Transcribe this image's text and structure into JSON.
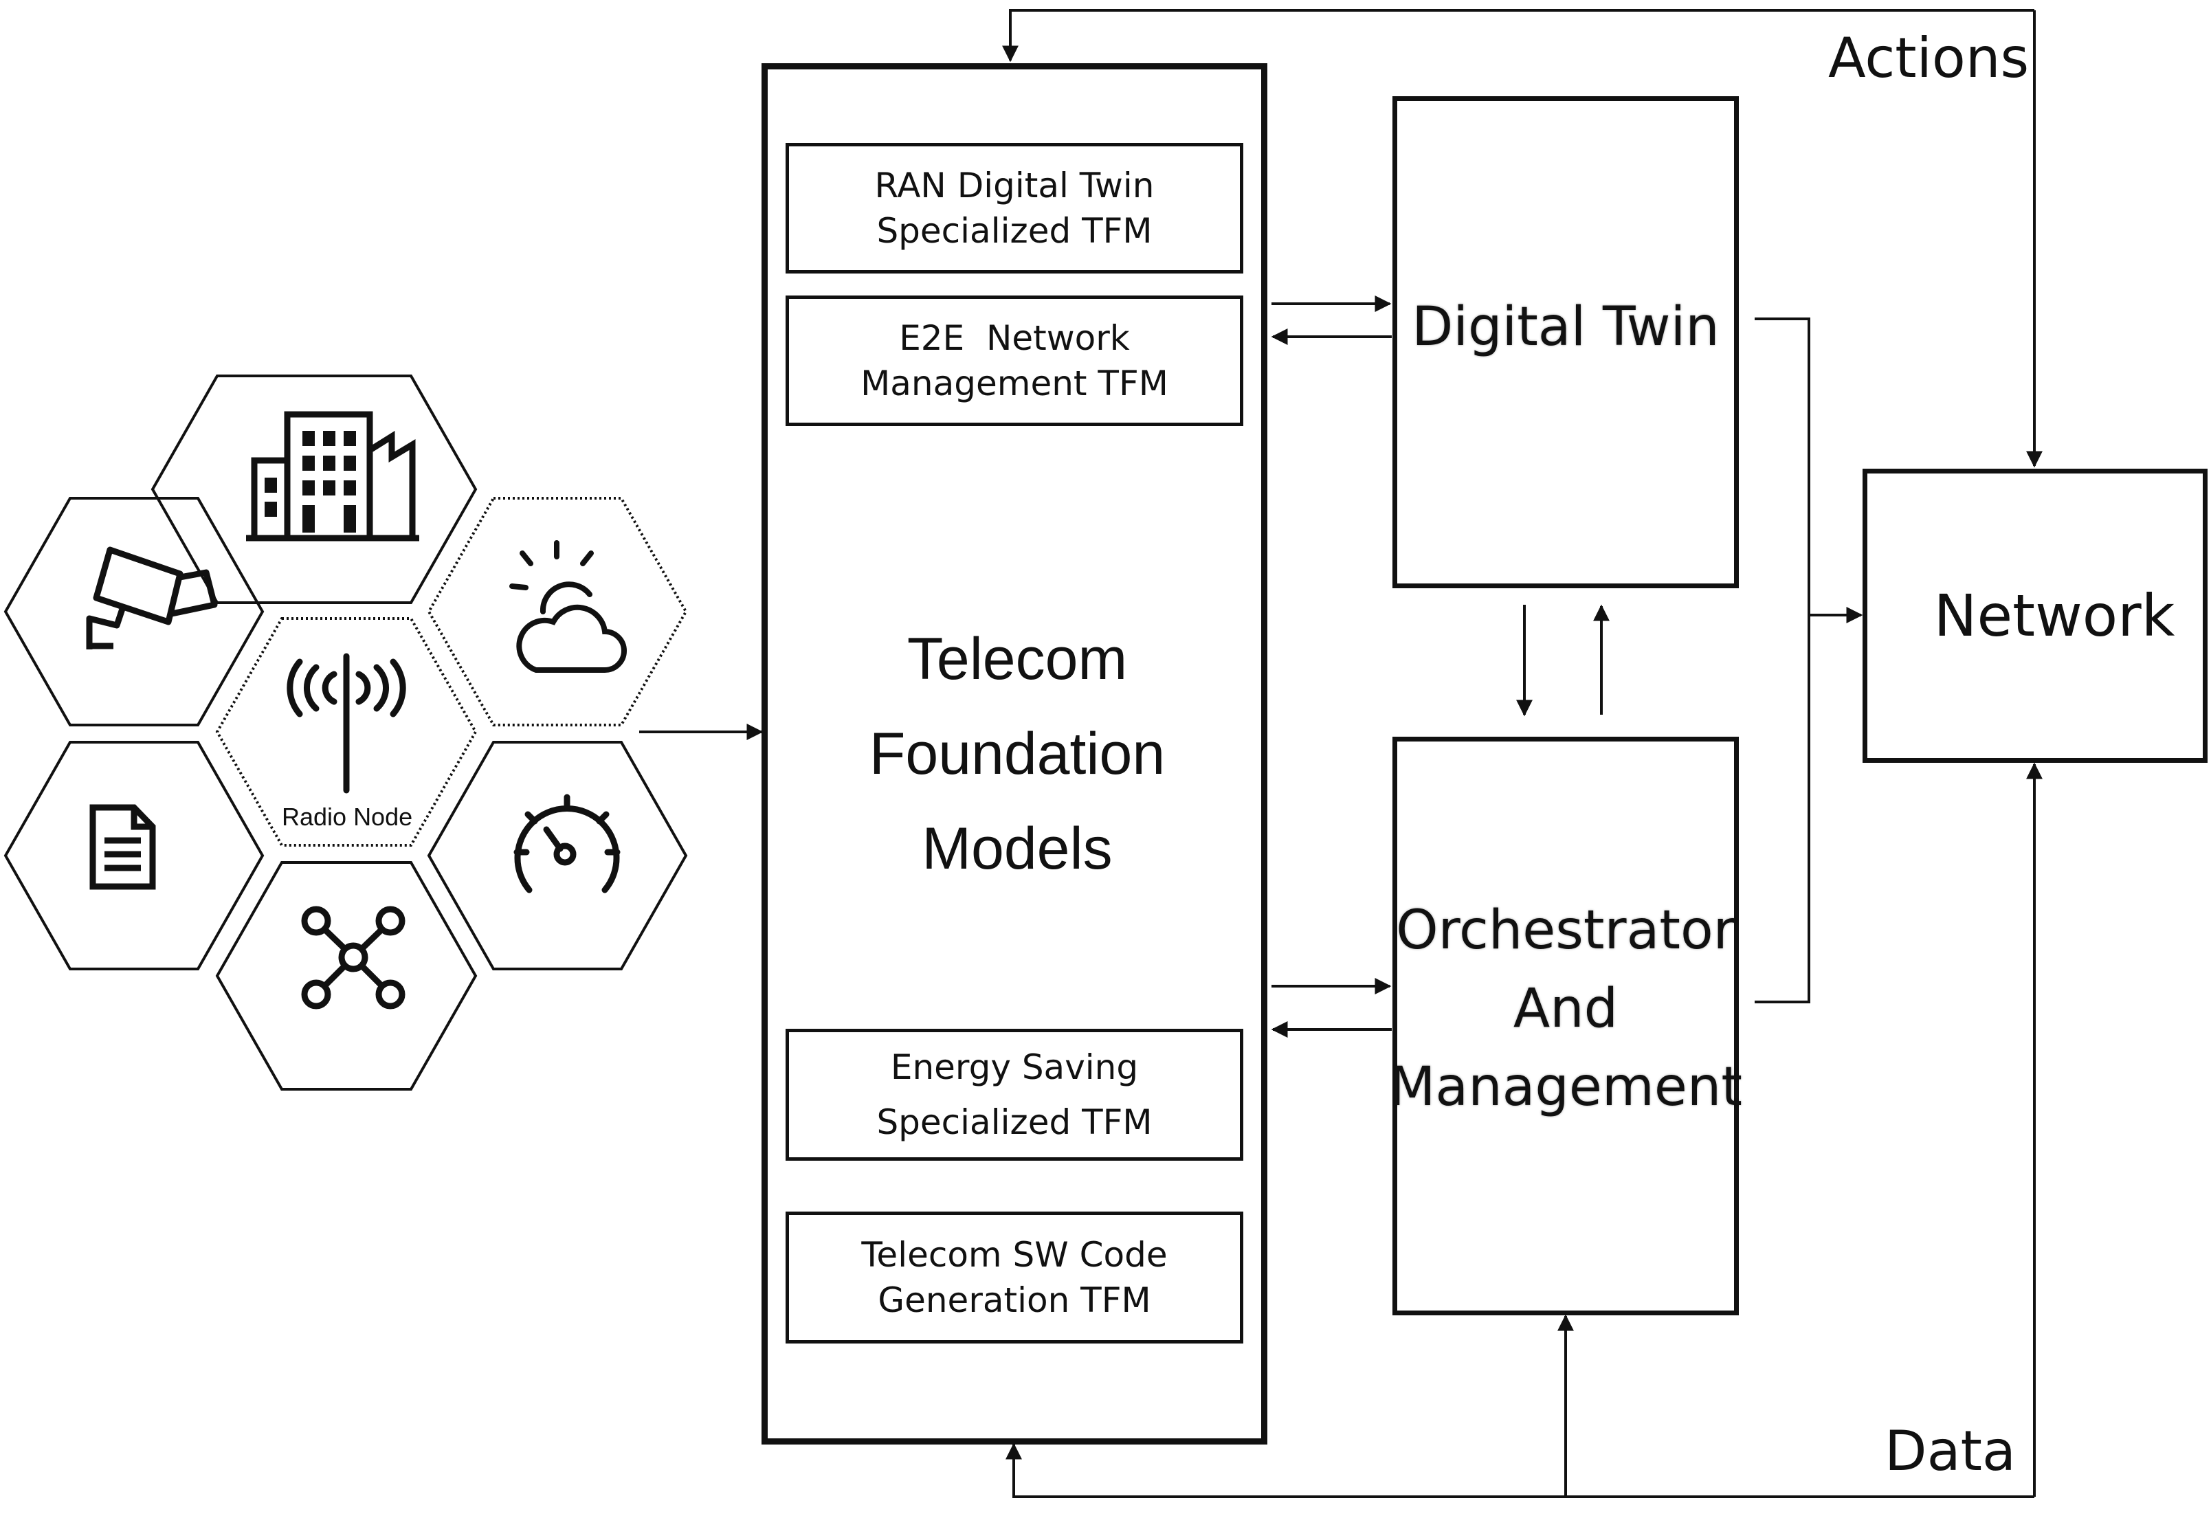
{
  "tfm": {
    "title_lines": [
      "Telecom",
      "Foundation",
      "Models"
    ],
    "submodels": [
      {
        "lines": [
          "RAN Digital Twin",
          "Specialized TFM"
        ]
      },
      {
        "lines": [
          "E2E  Network",
          "Management TFM"
        ]
      },
      {
        "lines": [
          "Energy Saving",
          "Specialized TFM"
        ]
      },
      {
        "lines": [
          "Telecom SW Code",
          "Generation TFM"
        ]
      }
    ]
  },
  "digital_twin": {
    "label": "Digital Twin"
  },
  "orchestrator": {
    "lines": [
      "Orchestrator",
      "And",
      "Management"
    ]
  },
  "network": {
    "label": "Network"
  },
  "edges": {
    "actions": "Actions",
    "data": "Data"
  },
  "sources": {
    "center": {
      "label": "Radio Node",
      "icon": "radio-antenna-icon"
    },
    "icons": [
      "factory-building-icon",
      "security-camera-icon",
      "weather-sun-cloud-icon",
      "document-icon",
      "speedometer-icon",
      "network-graph-icon"
    ]
  },
  "colors": {
    "stroke": "#111111",
    "background": "#ffffff"
  }
}
